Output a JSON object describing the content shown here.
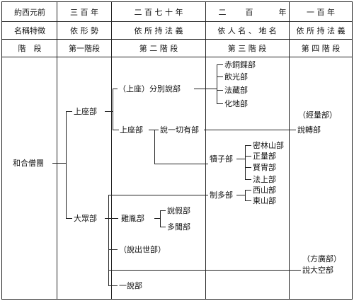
{
  "header": {
    "row1": [
      "約西元前",
      "三 百 年",
      "二 百 七 十 年",
      [
        "二",
        "百",
        "年"
      ],
      "一 百 年"
    ],
    "row2": [
      "名稱特徵",
      "依 形 勢",
      "依 所 持 法 義",
      "依 人 名 、 地 名",
      "依 所 持 法 義"
    ],
    "row3": [
      "階　段",
      "第一階段",
      "第 二 階 段",
      "第 三 階 段",
      "第 四 階 段"
    ]
  },
  "nodes": {
    "root": "和合僧團",
    "s1_top": "上座部",
    "s1_bottom": "大眾部",
    "s2_fenbie": "（上座）分別說部",
    "s2_shangzuo": "上座部",
    "s2_shuoyiqieyou": "說一切有部",
    "s2_jilong": "雞胤部",
    "s2_shuochushi": "（說出世部）",
    "s2_yishuo": "一說部",
    "s3_chitongye": "赤銅鍱部",
    "s3_yinguang": "飲光部",
    "s3_fazang": "法藏部",
    "s3_huadi": "化地部",
    "s3_duzi": "犢子部",
    "s3_zhiduo": "制多部",
    "s3_shuojia": "說假部",
    "s3_duowen": "多聞部",
    "s3_milin": "密林山部",
    "s3_zhengliang": "正量部",
    "s3_xianzhou": "賢冑部",
    "s3_fashang": "法上部",
    "s3_xishan": "西山部",
    "s3_dongshan": "東山部",
    "s4_jingliang": "（經量部）",
    "s4_shuozhuan": "說轉部",
    "s4_fangguang": "（方廣部）",
    "s4_shuodakong": "說大空部"
  }
}
